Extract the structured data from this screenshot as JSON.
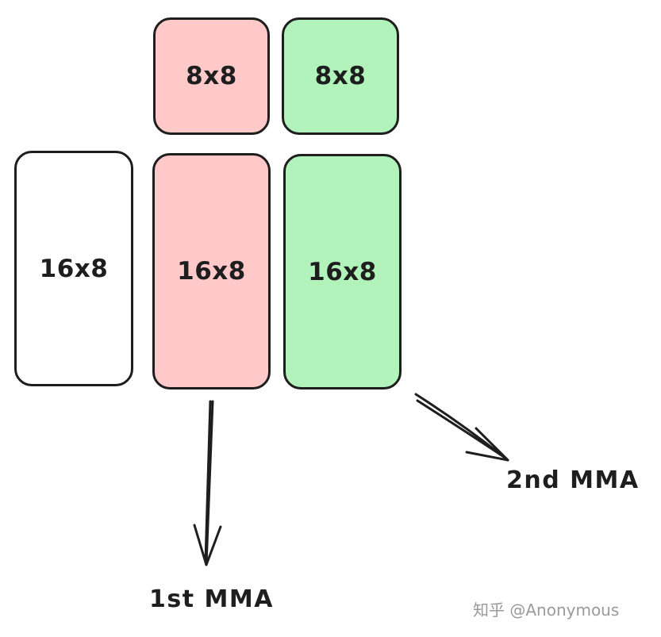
{
  "colors": {
    "pink_fill": "#ffc9c9",
    "green_fill": "#b2f2bb",
    "white_fill": "#ffffff",
    "stroke": "#1e1e1e",
    "watermark": "#9a9a9a"
  },
  "blocks": {
    "pink_small": "8x8",
    "green_small": "8x8",
    "white_tall": "16x8",
    "pink_tall": "16x8",
    "green_tall": "16x8"
  },
  "labels": {
    "first_mma": "1st MMA",
    "second_mma": "2nd MMA"
  },
  "watermark": "知乎 @Anonymous"
}
